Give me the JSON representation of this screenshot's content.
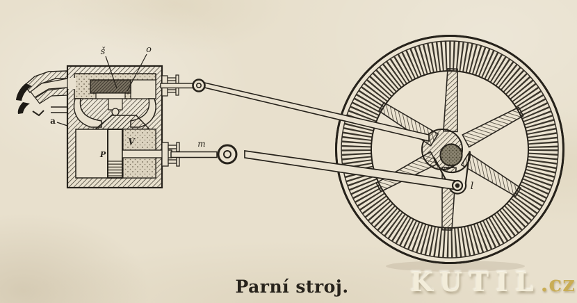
{
  "figure": {
    "caption": "Parní stroj."
  },
  "watermark": {
    "brand": "KUTIL",
    "tld": ".cz"
  },
  "part_labels": {
    "slide_valve": "š",
    "valve_chest_port": "o",
    "exhaust_inlet": "a",
    "piston": "P",
    "steam_space": "V",
    "piston_rod": "m",
    "crank_pin": "l"
  },
  "colors": {
    "paper": "#e9e1cf",
    "ink": "#26221b",
    "steam_stipple_bg": "#dcd3bf",
    "watermark_tld": "#c9ad55"
  }
}
